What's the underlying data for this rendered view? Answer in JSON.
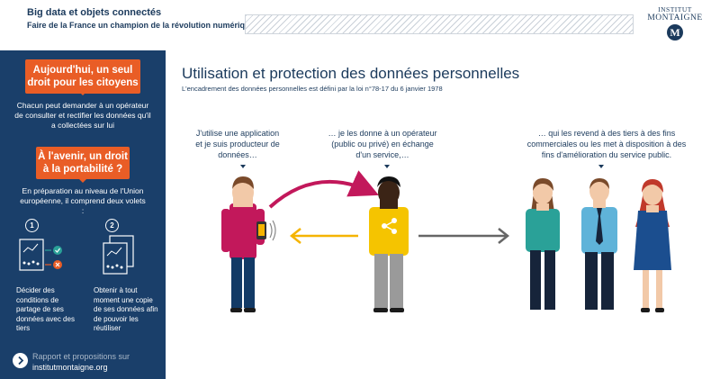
{
  "header": {
    "title": "Big data et objets connectés",
    "subtitle": "Faire de la France un champion de la révolution numérique"
  },
  "logo": {
    "line1": "INSTITUT",
    "line2": "MONTAIGNE",
    "seal": "M"
  },
  "sidebar": {
    "today_box": "Aujourd'hui, un seul droit pour les citoyens",
    "today_text": "Chacun peut demander à un opérateur de consulter et rectifier les données qu'il a collectées sur lui",
    "future_box": "À l'avenir, un droit à la portabilité ?",
    "future_text": "En préparation au niveau de l'Union européenne, il comprend deux volets :",
    "items": [
      {
        "num": "1",
        "text": "Décider des conditions de partage de ses données avec des tiers"
      },
      {
        "num": "2",
        "text": "Obtenir à tout moment une copie de ses données afin de pouvoir les réutiliser"
      }
    ],
    "footer_line1": "Rapport et propositions sur",
    "footer_line2": "institutmontaigne.org"
  },
  "main": {
    "title": "Utilisation et protection des données personnelles",
    "subtitle": "L'encadrement des données personnelles est défini par la loi n°78-17 du 6 janvier 1978",
    "captions": [
      "J'utilise une application et je suis producteur de données…",
      "… je les donne à un opérateur (public ou privé) en échange d'un service,…",
      "… qui les revend à des tiers à des fins commerciales ou les met à disposition à des fins d'amélioration du service public."
    ]
  },
  "colors": {
    "navy": "#1b3a5c",
    "sidebar": "#1a3f6a",
    "orange": "#e95d26",
    "arrow_red": "#c2185b",
    "arrow_yellow": "#f5b400",
    "arrow_grey": "#666666",
    "teal": "#2aa198",
    "yellow_shirt": "#f5c400",
    "magenta_shirt": "#c2185b"
  }
}
